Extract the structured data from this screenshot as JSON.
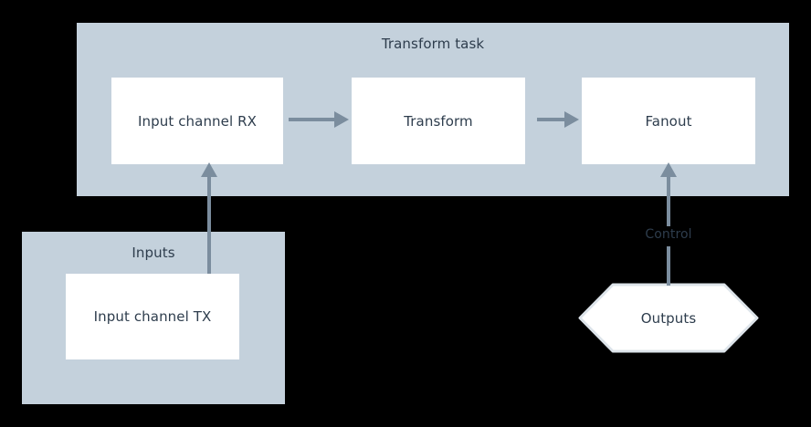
{
  "diagram": {
    "background_color": "#000000",
    "panel_color": "#c4d1dc",
    "node_color": "#ffffff",
    "text_color": "#2e3d4d",
    "connector_color": "#7b8d9e",
    "groups": [
      {
        "id": "transform-task",
        "label": "Transform task",
        "nodes": [
          {
            "id": "input-channel-rx",
            "label": "Input channel RX",
            "shape": "rectangle"
          },
          {
            "id": "transform",
            "label": "Transform",
            "shape": "rectangle"
          },
          {
            "id": "fanout",
            "label": "Fanout",
            "shape": "rectangle"
          }
        ]
      },
      {
        "id": "inputs",
        "label": "Inputs",
        "nodes": [
          {
            "id": "input-channel-tx",
            "label": "Input channel TX",
            "shape": "rectangle"
          }
        ]
      }
    ],
    "standalone_nodes": [
      {
        "id": "outputs",
        "label": "Outputs",
        "shape": "hexagon"
      }
    ],
    "edges": [
      {
        "id": "rx-to-transform",
        "from": "input-channel-rx",
        "to": "transform",
        "label": "",
        "direction": "right"
      },
      {
        "id": "transform-to-fanout",
        "from": "transform",
        "to": "fanout",
        "label": "",
        "direction": "right"
      },
      {
        "id": "tx-to-rx",
        "from": "input-channel-tx",
        "to": "input-channel-rx",
        "label": "",
        "direction": "up"
      },
      {
        "id": "outputs-to-fanout",
        "from": "outputs",
        "to": "fanout",
        "label": "Control",
        "direction": "up"
      }
    ]
  }
}
